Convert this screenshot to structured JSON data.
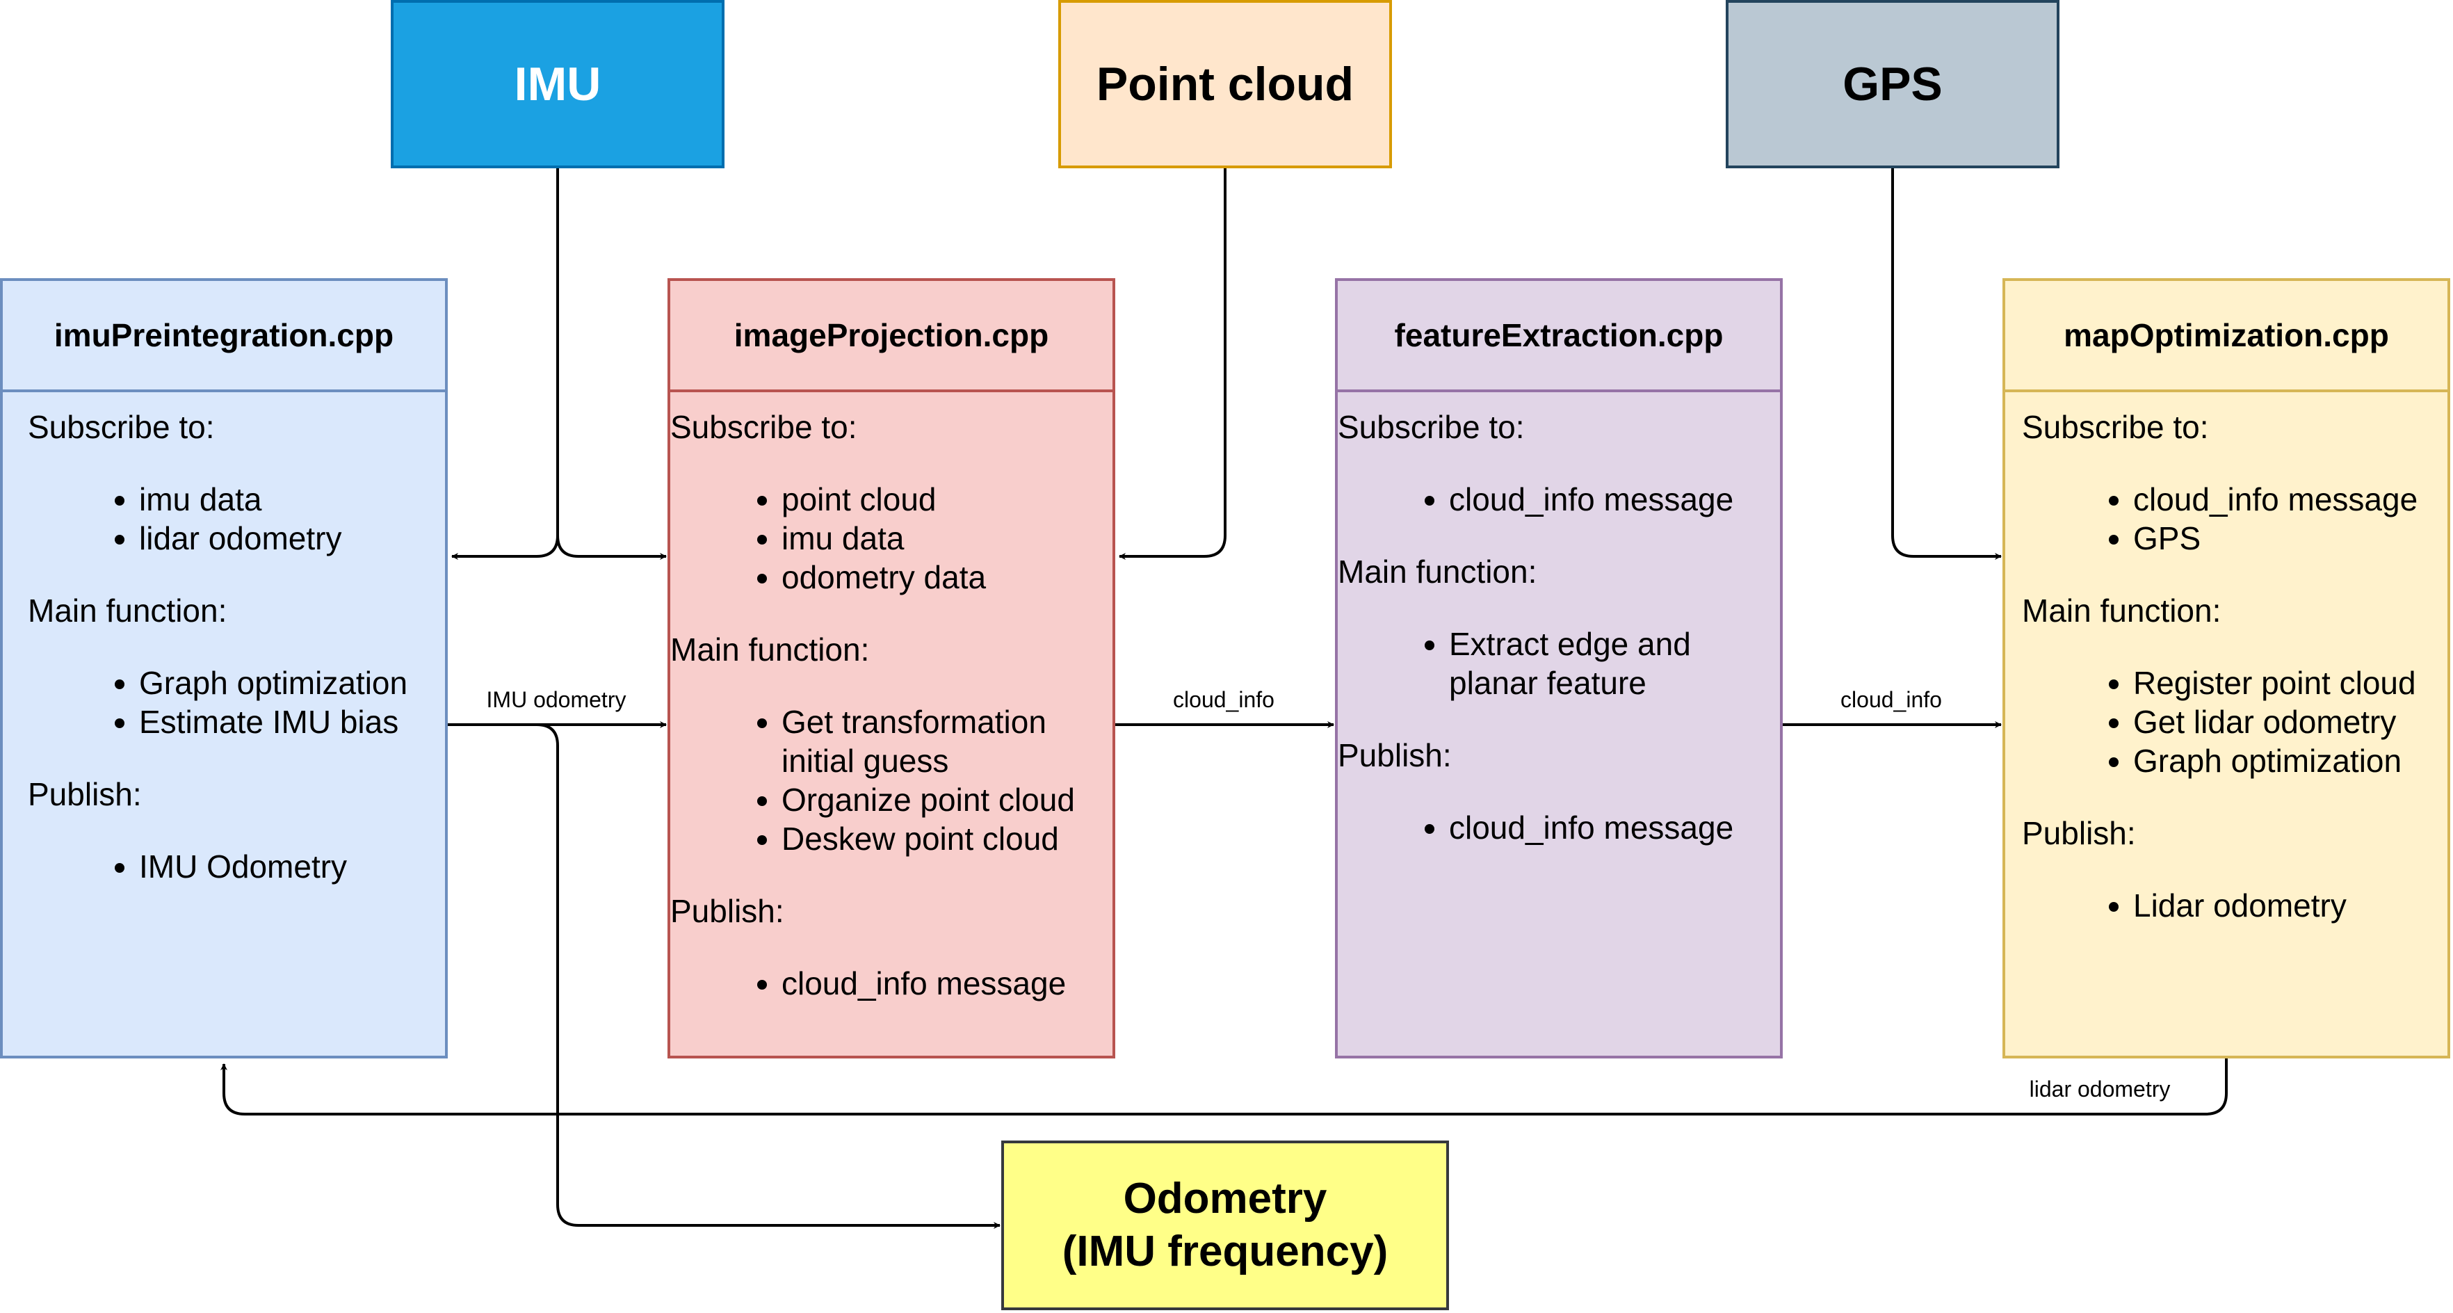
{
  "sources": {
    "imu": "IMU",
    "point_cloud": "Point cloud",
    "gps": "GPS"
  },
  "modules": {
    "imu_preintegration": {
      "title": "imuPreintegration.cpp",
      "subscribe_label": "Subscribe to:",
      "subscribe": [
        "imu data",
        "lidar odometry"
      ],
      "main_label": "Main function:",
      "main": [
        "Graph optimization",
        "Estimate IMU bias"
      ],
      "publish_label": "Publish:",
      "publish": [
        "IMU Odometry"
      ]
    },
    "image_projection": {
      "title": "imageProjection.cpp",
      "subscribe_label": "Subscribe to:",
      "subscribe": [
        "point cloud",
        "imu data",
        "odometry data"
      ],
      "main_label": "Main function:",
      "main": [
        "Get transformation initial guess",
        "Organize point cloud",
        "Deskew point cloud"
      ],
      "publish_label": "Publish:",
      "publish": [
        "cloud_info message"
      ]
    },
    "feature_extraction": {
      "title": "featureExtraction.cpp",
      "subscribe_label": "Subscribe to:",
      "subscribe": [
        "cloud_info message"
      ],
      "main_label": "Main function:",
      "main": [
        "Extract edge and planar feature"
      ],
      "publish_label": "Publish:",
      "publish": [
        "cloud_info message"
      ]
    },
    "map_optimization": {
      "title": "mapOptimization.cpp",
      "subscribe_label": "Subscribe to:",
      "subscribe": [
        "cloud_info message",
        "GPS"
      ],
      "main_label": "Main function:",
      "main": [
        "Register point cloud",
        "Get lidar odometry",
        "Graph optimization"
      ],
      "publish_label": "Publish:",
      "publish": [
        "Lidar odometry"
      ]
    }
  },
  "output": {
    "line1": "Odometry",
    "line2": "(IMU frequency)"
  },
  "edge_labels": {
    "imu_odometry": "IMU odometry",
    "cloud_info_1": "cloud_info",
    "cloud_info_2": "cloud_info",
    "lidar_odometry": "lidar odometry"
  },
  "colors": {
    "imu_fill": "#1ba1e2",
    "imu_border": "#006eaf",
    "point_cloud_fill": "#ffe6cc",
    "point_cloud_border": "#d79b00",
    "gps_fill": "#bac8d3",
    "gps_border": "#23445d",
    "blue_fill": "#dae8fc",
    "blue_border": "#6c8ebf",
    "red_fill": "#f8cecc",
    "red_border": "#b85450",
    "purple_fill": "#e1d5e7",
    "purple_border": "#9673a6",
    "yellow_fill": "#fff2cc",
    "yellow_border": "#d6b656",
    "output_fill": "#ffff88",
    "output_border": "#36393d"
  }
}
